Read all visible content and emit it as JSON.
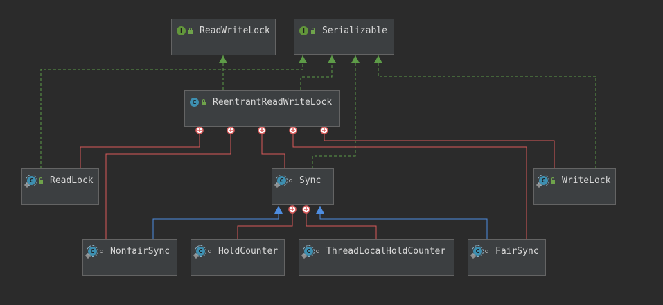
{
  "diagram": {
    "nodes": {
      "readwritelock": {
        "name": "ReadWriteLock",
        "kind": "interface",
        "badge": "I",
        "visibility": "public"
      },
      "serializable": {
        "name": "Serializable",
        "kind": "interface",
        "badge": "I",
        "visibility": "public"
      },
      "reentrant": {
        "name": "ReentrantReadWriteLock",
        "kind": "class",
        "badge": "C",
        "visibility": "public"
      },
      "readlock": {
        "name": "ReadLock",
        "kind": "inner-class",
        "badge": "C",
        "visibility": "public"
      },
      "sync": {
        "name": "Sync",
        "kind": "inner-abstract-class",
        "badge": "C",
        "visibility": "package"
      },
      "writelock": {
        "name": "WriteLock",
        "kind": "inner-class",
        "badge": "C",
        "visibility": "public"
      },
      "nonfairsync": {
        "name": "NonfairSync",
        "kind": "inner-class",
        "badge": "C",
        "visibility": "package"
      },
      "holdcounter": {
        "name": "HoldCounter",
        "kind": "inner-class",
        "badge": "C",
        "visibility": "package"
      },
      "threadlocal": {
        "name": "ThreadLocalHoldCounter",
        "kind": "inner-class",
        "badge": "C",
        "visibility": "package"
      },
      "fairsync": {
        "name": "FairSync",
        "kind": "inner-class",
        "badge": "C",
        "visibility": "package"
      }
    },
    "edges": [
      {
        "from": "reentrant",
        "to": "readwritelock",
        "type": "implements"
      },
      {
        "from": "reentrant",
        "to": "serializable",
        "type": "implements"
      },
      {
        "from": "readlock",
        "to": "serializable",
        "type": "implements"
      },
      {
        "from": "sync",
        "to": "serializable",
        "type": "implements"
      },
      {
        "from": "writelock",
        "to": "serializable",
        "type": "implements"
      },
      {
        "from": "nonfairsync",
        "to": "sync",
        "type": "extends"
      },
      {
        "from": "fairsync",
        "to": "sync",
        "type": "extends"
      },
      {
        "from": "readlock",
        "to": "reentrant",
        "type": "inner"
      },
      {
        "from": "nonfairsync",
        "to": "reentrant",
        "type": "inner"
      },
      {
        "from": "sync",
        "to": "reentrant",
        "type": "inner"
      },
      {
        "from": "fairsync",
        "to": "reentrant",
        "type": "inner"
      },
      {
        "from": "writelock",
        "to": "reentrant",
        "type": "inner"
      },
      {
        "from": "holdcounter",
        "to": "sync",
        "type": "inner"
      },
      {
        "from": "threadlocal",
        "to": "sync",
        "type": "inner"
      }
    ],
    "colors": {
      "background": "#2b2b2b",
      "implements": "#5e9c48",
      "extends": "#4e8de0",
      "inner": "#d85a5a",
      "node_fill": "#3c3f41",
      "node_border": "#646464",
      "text": "#d8d8d8"
    }
  }
}
